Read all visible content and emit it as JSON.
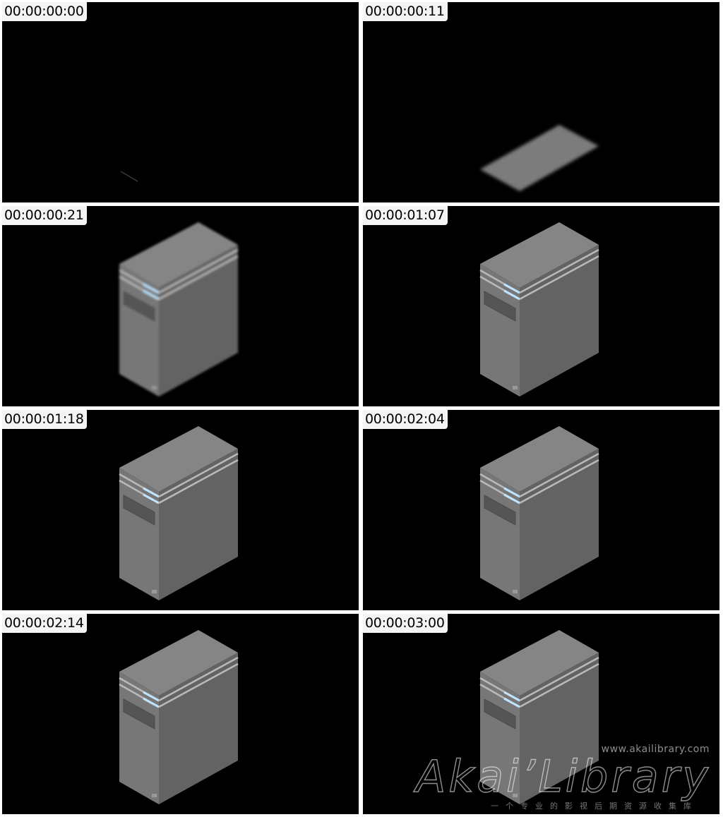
{
  "frames": [
    {
      "timecode": "00:00:00:00",
      "stage": "empty"
    },
    {
      "timecode": "00:00:00:11",
      "stage": "base"
    },
    {
      "timecode": "00:00:00:21",
      "stage": "blur"
    },
    {
      "timecode": "00:00:01:07",
      "stage": "full"
    },
    {
      "timecode": "00:00:01:18",
      "stage": "full"
    },
    {
      "timecode": "00:00:02:04",
      "stage": "full"
    },
    {
      "timecode": "00:00:02:14",
      "stage": "full"
    },
    {
      "timecode": "00:00:03:00",
      "stage": "full"
    }
  ],
  "watermark": {
    "url": "www.akailibrary.com",
    "logo": "Akai’Library",
    "tagline": "一个专业的影视后期资源收集库"
  },
  "colors": {
    "background": "#000000",
    "top_face": "#858585",
    "left_face": "#777777",
    "right_face": "#636363",
    "stripe": "#b9b9b9",
    "glow": "#bfe4ff",
    "panel": "#555555",
    "label_bg": "#f4f4f4"
  }
}
